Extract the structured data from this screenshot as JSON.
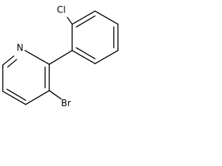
{
  "diagram": {
    "type": "chemical-structure",
    "atom_labels": {
      "nitrogen": "N",
      "chlorine": "Cl",
      "bromine": "Br"
    },
    "colors": {
      "bond": "#000000",
      "label": "#000000",
      "background": "#ffffff"
    }
  }
}
